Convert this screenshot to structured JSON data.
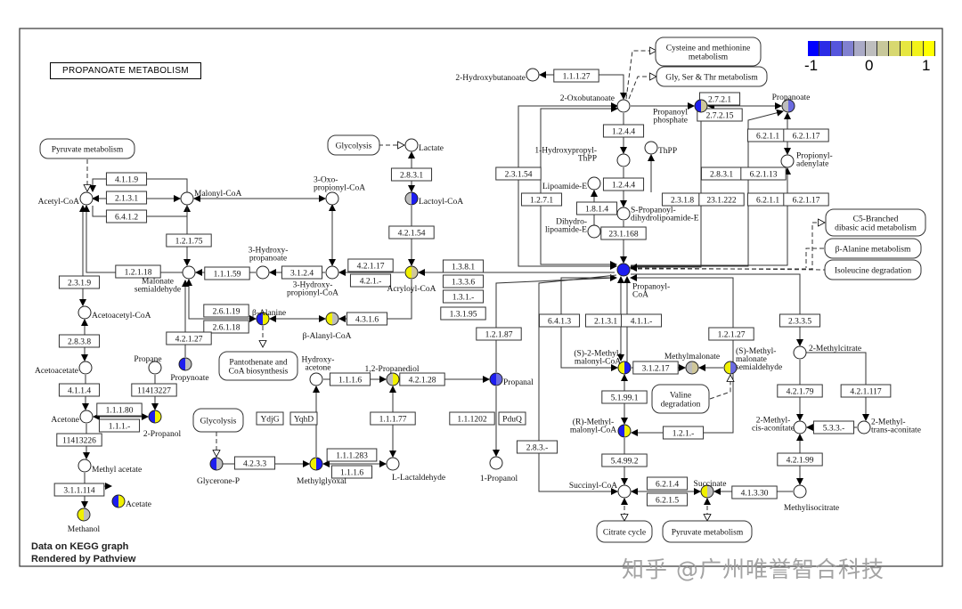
{
  "title": "PROPANOATE METABOLISM",
  "legend": {
    "min_label": "-1",
    "mid_label": "0",
    "max_label": "1",
    "colors": [
      "#0000ff",
      "#2b2be6",
      "#5555dd",
      "#8080d0",
      "#aaaac6",
      "#bebebe",
      "#c8c89a",
      "#d8d870",
      "#e6e640",
      "#f2f21a",
      "#ffff00"
    ]
  },
  "colors": {
    "blue": "#1e1ef0",
    "light_blue": "#6b6be0",
    "gray": "#bdbdbd",
    "tan": "#cfc79a",
    "yellow": "#f0f000",
    "white": "#ffffff"
  },
  "footer": {
    "line1": "Data on KEGG graph",
    "line2": "Rendered by Pathview"
  },
  "watermark": "知乎 @广州唯誉智合科技",
  "compounds": [
    {
      "label": [
        "2-Hydroxybutanoate"
      ],
      "fill": [
        "white",
        "white"
      ]
    },
    {
      "label": [
        "2-Oxobutanoate"
      ],
      "fill": [
        "white",
        "white"
      ]
    },
    {
      "label": [
        "Propanoyl",
        "phosphate"
      ],
      "fill": [
        "blue",
        "tan"
      ]
    },
    {
      "label": [
        "Propanoate"
      ],
      "fill": [
        "gray",
        "light_blue"
      ]
    },
    {
      "label": [
        "ThPP"
      ],
      "fill": [
        "white",
        "white"
      ]
    },
    {
      "label": [
        "1-Hydroxypropyl-",
        "ThPP"
      ],
      "fill": [
        "white",
        "white"
      ]
    },
    {
      "label": [
        "Lipoamide-E"
      ],
      "fill": [
        "white",
        "white"
      ]
    },
    {
      "label": [
        "S-Propanoyl-",
        "dihydrolipoamide-E"
      ],
      "fill": [
        "white",
        "white"
      ]
    },
    {
      "label": [
        "Dihydro-",
        "lipoamide-E"
      ],
      "fill": [
        "white",
        "white"
      ]
    },
    {
      "label": [
        "Propionyl-",
        "adenylate"
      ],
      "fill": [
        "white",
        "white"
      ]
    },
    {
      "label": [
        "Propanoyl-",
        "CoA"
      ],
      "fill": [
        "blue",
        "blue"
      ]
    },
    {
      "label": [
        "Acetyl-CoA"
      ],
      "fill": [
        "white",
        "white"
      ]
    },
    {
      "label": [
        "Malonyl-CoA"
      ],
      "fill": [
        "white",
        "white"
      ]
    },
    {
      "label": [
        "3-Oxo-",
        "propionyl-CoA"
      ],
      "fill": [
        "white",
        "white"
      ]
    },
    {
      "label": [
        "Lactate"
      ],
      "fill": [
        "white",
        "white"
      ]
    },
    {
      "label": [
        "Lactoyl-CoA"
      ],
      "fill": [
        "gray",
        "blue"
      ]
    },
    {
      "label": [
        "Malonate",
        "semialdehyde"
      ],
      "fill": [
        "white",
        "white"
      ]
    },
    {
      "label": [
        "3-Hydroxy-",
        "propanoate"
      ],
      "fill": [
        "white",
        "white"
      ]
    },
    {
      "label": [
        "3-Hydroxy-",
        "propionyl-CoA"
      ],
      "fill": [
        "white",
        "white"
      ]
    },
    {
      "label": [
        "Acryloyl-CoA"
      ],
      "fill": [
        "yellow",
        "tan"
      ]
    },
    {
      "label": [
        "β-Alanine"
      ],
      "fill": [
        "blue",
        "yellow"
      ]
    },
    {
      "label": [
        "β-Alanyl-CoA"
      ],
      "fill": [
        "yellow",
        "gray"
      ]
    },
    {
      "label": [
        "Acetoacetyl-CoA"
      ],
      "fill": [
        "white",
        "white"
      ]
    },
    {
      "label": [
        "Acetoacetate"
      ],
      "fill": [
        "white",
        "white"
      ]
    },
    {
      "label": [
        "Propane"
      ],
      "fill": [
        "white",
        "white"
      ]
    },
    {
      "label": [
        "Propynoate"
      ],
      "fill": [
        "blue",
        "gray"
      ]
    },
    {
      "label": [
        "Acetone"
      ],
      "fill": [
        "white",
        "white"
      ]
    },
    {
      "label": [
        "2-Propanol"
      ],
      "fill": [
        "blue",
        "yellow"
      ]
    },
    {
      "label": [
        "Methyl acetate"
      ],
      "fill": [
        "white",
        "white"
      ]
    },
    {
      "label": [
        "Methanol"
      ],
      "fill": [
        "yellow",
        "gray"
      ]
    },
    {
      "label": [
        "Acetate"
      ],
      "fill": [
        "blue",
        "yellow"
      ]
    },
    {
      "label": [
        "Hydroxy-",
        "acetone"
      ],
      "fill": [
        "white",
        "white"
      ]
    },
    {
      "label": [
        "1,2-Propanediol"
      ],
      "fill": [
        "gray",
        "yellow"
      ]
    },
    {
      "label": [
        "Propanal"
      ],
      "fill": [
        "blue",
        "light_blue"
      ]
    },
    {
      "label": [
        "Glycerone-P"
      ],
      "fill": [
        "blue",
        "gray"
      ]
    },
    {
      "label": [
        "Methylglyoxal"
      ],
      "fill": [
        "yellow",
        "blue"
      ]
    },
    {
      "label": [
        "L-Lactaldehyde"
      ],
      "fill": [
        "white",
        "white"
      ]
    },
    {
      "label": [
        "1-Propanol"
      ],
      "fill": [
        "white",
        "white"
      ]
    },
    {
      "label": [
        "(S)-2-Methyl-",
        "malonyl-CoA"
      ],
      "fill": [
        "yellow",
        "blue"
      ]
    },
    {
      "label": [
        "Methylmalonate"
      ],
      "fill": [
        "gray",
        "tan"
      ]
    },
    {
      "label": [
        "(S)-Methyl-",
        "malonate",
        "semialdehyde"
      ],
      "fill": [
        "yellow",
        "light_blue"
      ]
    },
    {
      "label": [
        "(R)-Methyl-",
        "malonyl-CoA"
      ],
      "fill": [
        "blue",
        "yellow"
      ]
    },
    {
      "label": [
        "Succinyl-CoA"
      ],
      "fill": [
        "white",
        "white"
      ]
    },
    {
      "label": [
        "Succinate"
      ],
      "fill": [
        "yellow",
        "gray"
      ]
    },
    {
      "label": [
        "Methylisocitrate"
      ],
      "fill": [
        "white",
        "white"
      ]
    },
    {
      "label": [
        "2-Methylcitrate"
      ],
      "fill": [
        "white",
        "white"
      ]
    },
    {
      "label": [
        "2-Methyl-",
        "cis-aconitate"
      ],
      "fill": [
        "white",
        "white"
      ]
    },
    {
      "label": [
        "2-Methyl-",
        "trans-aconitate"
      ],
      "fill": [
        "white",
        "white"
      ]
    }
  ],
  "enzymes": [
    "4.1.1.9",
    "2.1.3.1",
    "6.4.1.2",
    "1.2.1.75",
    "1.2.1.18",
    "2.3.1.9",
    "1.1.1.59",
    "3.1.2.4",
    "4.2.1.17",
    "4.2.1.-",
    "2.8.3.1",
    "4.2.1.54",
    "1.3.8.1",
    "1.3.3.6",
    "1.3.1.-",
    "1.3.1.95",
    "2.6.1.19",
    "2.6.1.18",
    "4.3.1.6",
    "2.8.3.8",
    "4.2.1.27",
    "4.1.1.4",
    "1.1.1.80",
    "1.1.1.-",
    "11413227",
    "11413226",
    "3.1.1.114",
    "1.1.1.6",
    "4.2.1.28",
    "YdjG",
    "YqhD",
    "1.1.1.77",
    "1.2.1.87",
    "1.1.1202",
    "PduQ",
    "4.2.3.3",
    "1.1.1.283",
    "1.1.1.6",
    "2.8.3.-",
    "1.1.1.27",
    "2.7.2.1",
    "2.7.2.15",
    "1.2.4.4",
    "1.2.4.4",
    "2.3.1.54",
    "1.2.7.1",
    "1.8.1.4",
    "23.1.168",
    "2.3.1.8",
    "23.1.222",
    "2.8.3.1",
    "6.2.1.13",
    "6.2.1.1",
    "6.2.1.17",
    "6.2.1.1",
    "6.2.1.17",
    "6.4.1.3",
    "2.1.3.1",
    "4.1.1.-",
    "1.2.1.27",
    "3.1.2.17",
    "5.1.99.1",
    "1.2.1.-",
    "5.4.99.2",
    "6.2.1.4",
    "6.2.1.5",
    "4.1.3.30",
    "2.3.3.5",
    "4.2.1.79",
    "4.2.1.117",
    "5.3.3.-",
    "4.2.1.99"
  ],
  "maps": [
    {
      "label": [
        "Pyruvate metabolism"
      ]
    },
    {
      "label": [
        "Glycolysis"
      ]
    },
    {
      "label": [
        "Cysteine and methionine",
        "metabolism"
      ]
    },
    {
      "label": [
        "Gly, Ser & Thr metabolism"
      ]
    },
    {
      "label": [
        "C5-Branched",
        "dibasic acid metabolism"
      ]
    },
    {
      "label": [
        "β-Alanine metabolism"
      ]
    },
    {
      "label": [
        "Isoleucine degradation"
      ]
    },
    {
      "label": [
        "Pantothenate and",
        "CoA biosynthesis"
      ]
    },
    {
      "label": [
        "Glycolysis"
      ]
    },
    {
      "label": [
        "Valine",
        "degradation"
      ]
    },
    {
      "label": [
        "Citrate cycle"
      ]
    },
    {
      "label": [
        "Pyruvate metabolism"
      ]
    }
  ]
}
